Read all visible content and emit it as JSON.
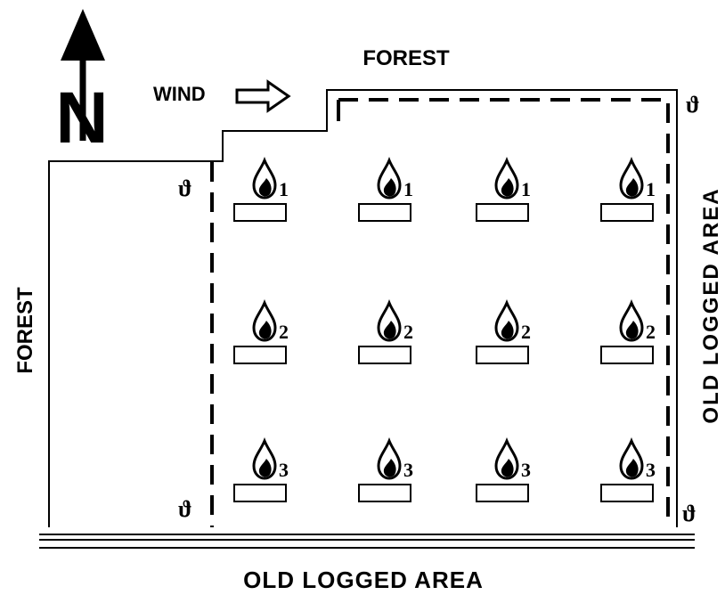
{
  "labels": {
    "north": "N",
    "wind": "WIND",
    "forest_top": "FOREST",
    "forest_left": "FOREST",
    "old_logged_right": "OLD LOGGED AREA",
    "old_logged_bottom": "OLD LOGGED AREA"
  },
  "corner_marker": "ϑ",
  "plots": [
    {
      "row": "1",
      "columns": 4
    },
    {
      "row": "2",
      "columns": 4
    },
    {
      "row": "3",
      "columns": 4
    }
  ],
  "icons": {
    "north_arrow": "north-arrow-icon",
    "wind_arrow": "wind-arrow-icon",
    "fire": "flame-icon"
  }
}
